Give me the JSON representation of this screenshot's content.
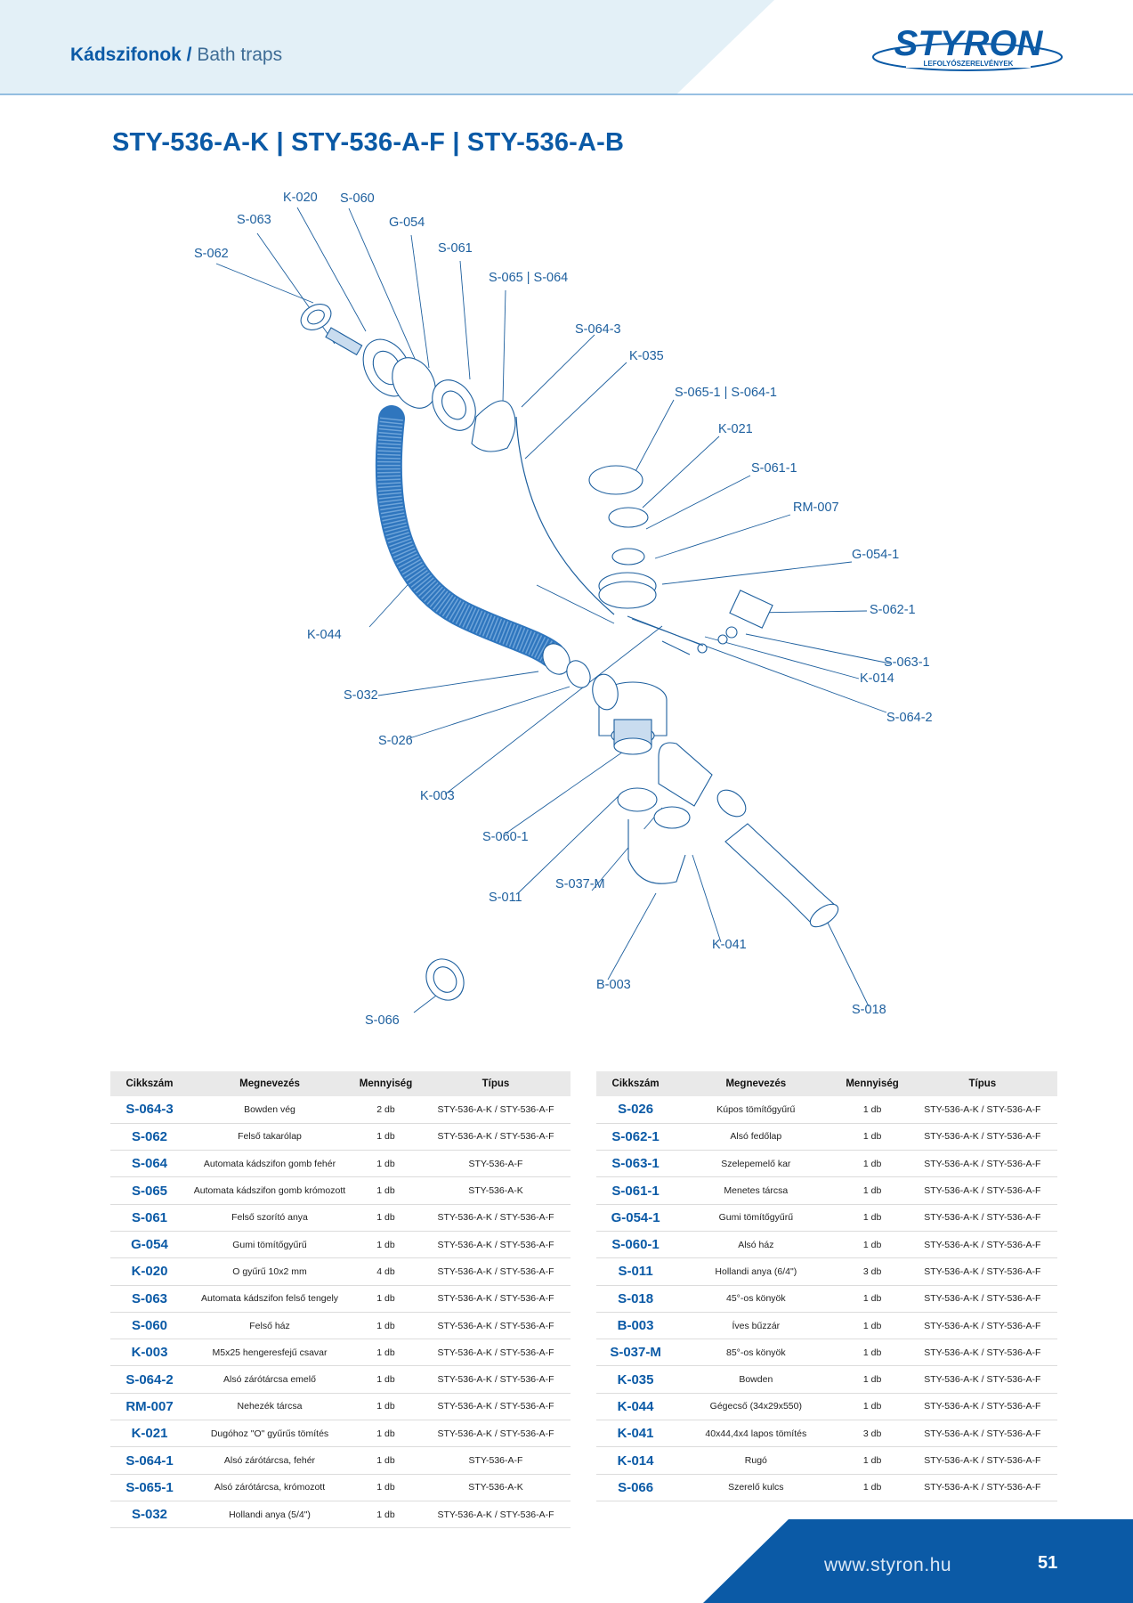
{
  "header": {
    "section_bold": "Kádszifonok /",
    "section_light": "Bath traps",
    "logo_text": "STYRON",
    "logo_subtext": "LEFOLYÓSZERELVÉNYEK"
  },
  "title": "STY-536-A-K | STY-536-A-F | STY-536-A-B",
  "diagram_callouts": [
    "K-020",
    "S-060",
    "S-063",
    "G-054",
    "S-062",
    "S-061",
    "S-065 | S-064",
    "S-064-3",
    "K-035",
    "S-065-1 | S-064-1",
    "K-021",
    "S-061-1",
    "RM-007",
    "G-054-1",
    "S-062-1",
    "S-063-1",
    "K-014",
    "S-064-2",
    "K-044",
    "S-032",
    "S-026",
    "K-003",
    "S-060-1",
    "S-037-M",
    "S-011",
    "K-041",
    "B-003",
    "S-066",
    "S-018"
  ],
  "table_headers": [
    "Cikkszám",
    "Megnevezés",
    "Mennyiség",
    "Típus"
  ],
  "table_left": [
    [
      "S-064-3",
      "Bowden vég",
      "2 db",
      "STY-536-A-K / STY-536-A-F"
    ],
    [
      "S-062",
      "Felső takarólap",
      "1 db",
      "STY-536-A-K / STY-536-A-F"
    ],
    [
      "S-064",
      "Automata kádszifon gomb fehér",
      "1 db",
      "STY-536-A-F"
    ],
    [
      "S-065",
      "Automata kádszifon gomb krómozott",
      "1 db",
      "STY-536-A-K"
    ],
    [
      "S-061",
      "Felső szorító anya",
      "1 db",
      "STY-536-A-K / STY-536-A-F"
    ],
    [
      "G-054",
      "Gumi tömítőgyűrű",
      "1 db",
      "STY-536-A-K / STY-536-A-F"
    ],
    [
      "K-020",
      "O gyűrű 10x2 mm",
      "4 db",
      "STY-536-A-K / STY-536-A-F"
    ],
    [
      "S-063",
      "Automata kádszifon felső tengely",
      "1 db",
      "STY-536-A-K / STY-536-A-F"
    ],
    [
      "S-060",
      "Felső ház",
      "1 db",
      "STY-536-A-K / STY-536-A-F"
    ],
    [
      "K-003",
      "M5x25 hengeresfejű csavar",
      "1 db",
      "STY-536-A-K / STY-536-A-F"
    ],
    [
      "S-064-2",
      "Alsó zárótárcsa emelő",
      "1 db",
      "STY-536-A-K / STY-536-A-F"
    ],
    [
      "RM-007",
      "Nehezék tárcsa",
      "1 db",
      "STY-536-A-K / STY-536-A-F"
    ],
    [
      "K-021",
      "Dugóhoz \"O\" gyűrűs tömítés",
      "1 db",
      "STY-536-A-K / STY-536-A-F"
    ],
    [
      "S-064-1",
      "Alsó zárótárcsa, fehér",
      "1 db",
      "STY-536-A-F"
    ],
    [
      "S-065-1",
      "Alsó zárótárcsa, krómozott",
      "1 db",
      "STY-536-A-K"
    ],
    [
      "S-032",
      "Hollandi anya (5/4\")",
      "1 db",
      "STY-536-A-K / STY-536-A-F"
    ]
  ],
  "table_right": [
    [
      "S-026",
      "Kúpos tömítőgyűrű",
      "1 db",
      "STY-536-A-K / STY-536-A-F"
    ],
    [
      "S-062-1",
      "Alsó fedőlap",
      "1 db",
      "STY-536-A-K / STY-536-A-F"
    ],
    [
      "S-063-1",
      "Szelepemelő kar",
      "1 db",
      "STY-536-A-K / STY-536-A-F"
    ],
    [
      "S-061-1",
      "Menetes tárcsa",
      "1 db",
      "STY-536-A-K / STY-536-A-F"
    ],
    [
      "G-054-1",
      "Gumi tömítőgyűrű",
      "1 db",
      "STY-536-A-K / STY-536-A-F"
    ],
    [
      "S-060-1",
      "Alsó ház",
      "1 db",
      "STY-536-A-K / STY-536-A-F"
    ],
    [
      "S-011",
      "Hollandi anya (6/4\")",
      "3 db",
      "STY-536-A-K / STY-536-A-F"
    ],
    [
      "S-018",
      "45°-os könyök",
      "1 db",
      "STY-536-A-K / STY-536-A-F"
    ],
    [
      "B-003",
      "Íves bűzzár",
      "1 db",
      "STY-536-A-K / STY-536-A-F"
    ],
    [
      "S-037-M",
      "85°-os könyök",
      "1 db",
      "STY-536-A-K / STY-536-A-F"
    ],
    [
      "K-035",
      "Bowden",
      "1 db",
      "STY-536-A-K / STY-536-A-F"
    ],
    [
      "K-044",
      "Gégecső (34x29x550)",
      "1 db",
      "STY-536-A-K / STY-536-A-F"
    ],
    [
      "K-041",
      "40x44,4x4 lapos tömítés",
      "3 db",
      "STY-536-A-K / STY-536-A-F"
    ],
    [
      "K-014",
      "Rugó",
      "1 db",
      "STY-536-A-K / STY-536-A-F"
    ],
    [
      "S-066",
      "Szerelő kulcs",
      "1 db",
      "STY-536-A-K / STY-536-A-F"
    ]
  ],
  "footer": {
    "url": "www.styron.hu",
    "page_number": "51"
  },
  "colors": {
    "brand_blue": "#0b5aa6",
    "header_band": "#e3f0f7",
    "footer_blue": "#0b5aa6"
  }
}
